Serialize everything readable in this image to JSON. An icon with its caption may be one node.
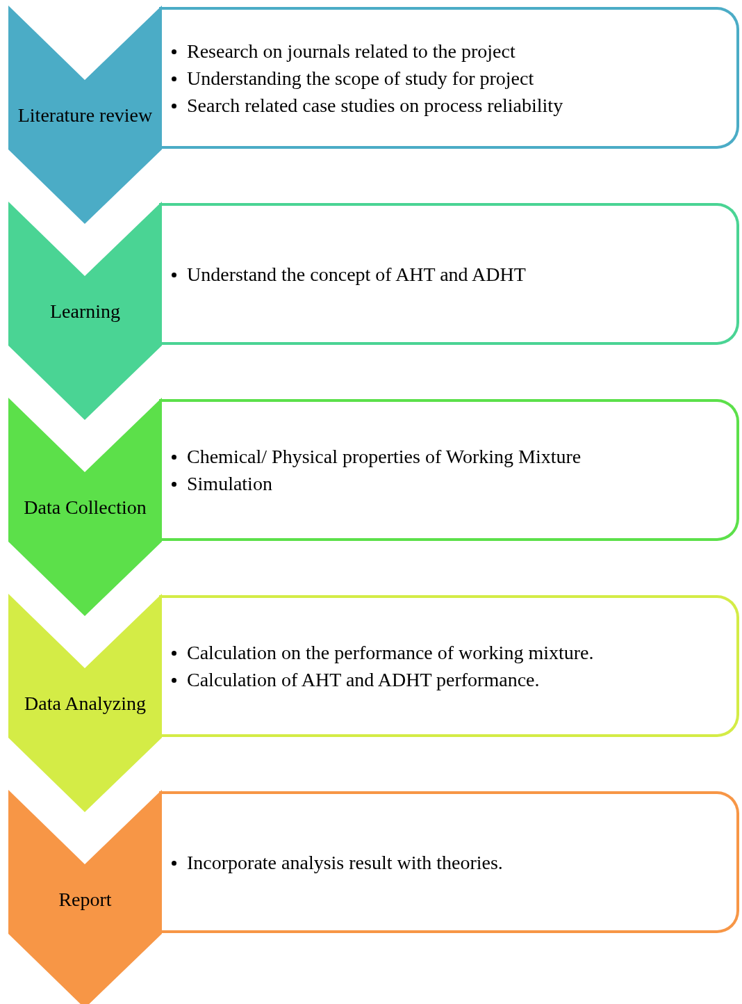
{
  "diagram": {
    "nodes": [
      {
        "text": [
          "Literature review"
        ]
      },
      {
        "text": [
          "Research on journals related to the project",
          "Understanding the scope of study for project",
          "Search related case studies on process reliability"
        ]
      },
      {
        "text": [
          "Learning"
        ]
      },
      {
        "text": [
          "Understand the concept of AHT and ADHT"
        ]
      },
      {
        "text": [
          "Data Collection"
        ]
      },
      {
        "text": [
          "Chemical/ Physical properties of Working Mixture",
          "Simulation"
        ]
      },
      {
        "text": [
          "Data Analyzing"
        ]
      },
      {
        "text": [
          "Calculation on the performance of working mixture.",
          "Calculation of AHT and ADHT performance."
        ]
      },
      {
        "text": [
          "Report"
        ]
      },
      {
        "text": [
          "Incorporate analysis result with theories."
        ]
      }
    ]
  }
}
